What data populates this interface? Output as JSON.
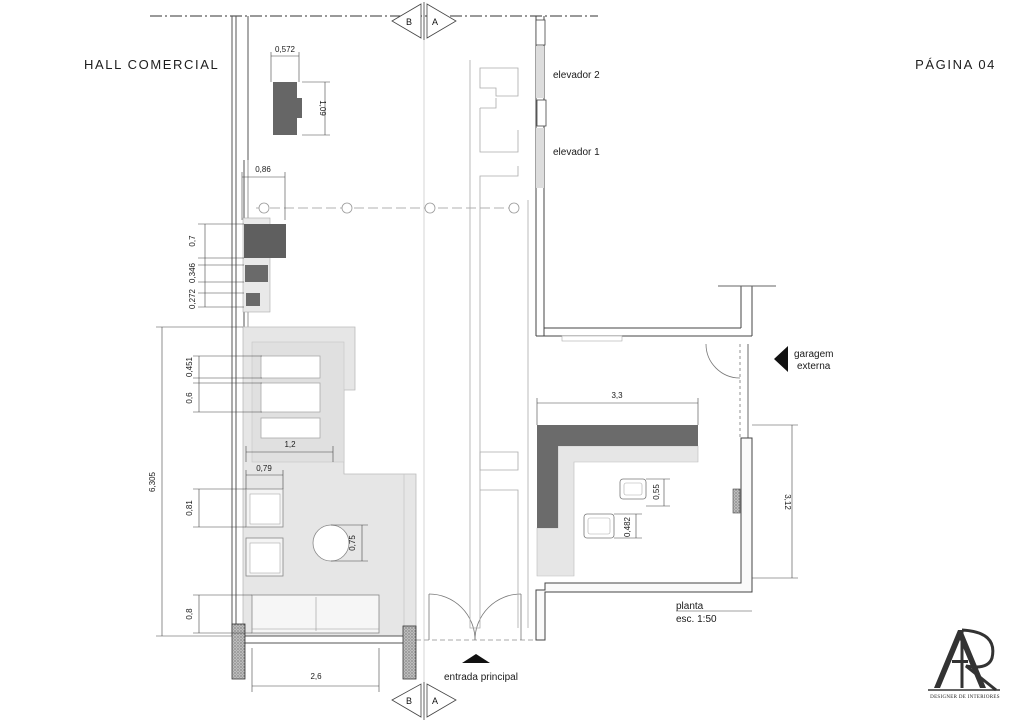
{
  "header": {
    "left_title": "HALL COMERCIAL",
    "page_label": "PÁGINA 04"
  },
  "sections": {
    "left": "B",
    "right": "A"
  },
  "labels": {
    "elevator_2": "elevador 2",
    "elevator_1": "elevador 1",
    "garage_line1": "garagem",
    "garage_line2": "externa",
    "main_entrance": "entrada principal",
    "plan_title": "planta",
    "plan_scale": "esc. 1:50"
  },
  "dimensions": {
    "d_0572": "0,572",
    "d_109": "1,09",
    "d_086": "0,86",
    "d_07": "0,7",
    "d_0346": "0,346",
    "d_0272": "0,272",
    "d_6305": "6,305",
    "d_0451": "0,451",
    "d_06": "0,6",
    "d_12": "1,2",
    "d_079": "0,79",
    "d_081": "0,81",
    "d_075": "0,75",
    "d_08": "0,8",
    "d_26": "2,6",
    "d_33": "3,3",
    "d_055": "0,55",
    "d_0482": "0,482",
    "d_312": "3,12"
  },
  "logo": {
    "subtitle": "DESIGNER DE INTERIORES"
  },
  "colors": {
    "wall": "#4a4a4a",
    "fill_light": "#e6e6e6",
    "fill_dark": "#6b6b6b",
    "line": "#555555"
  }
}
